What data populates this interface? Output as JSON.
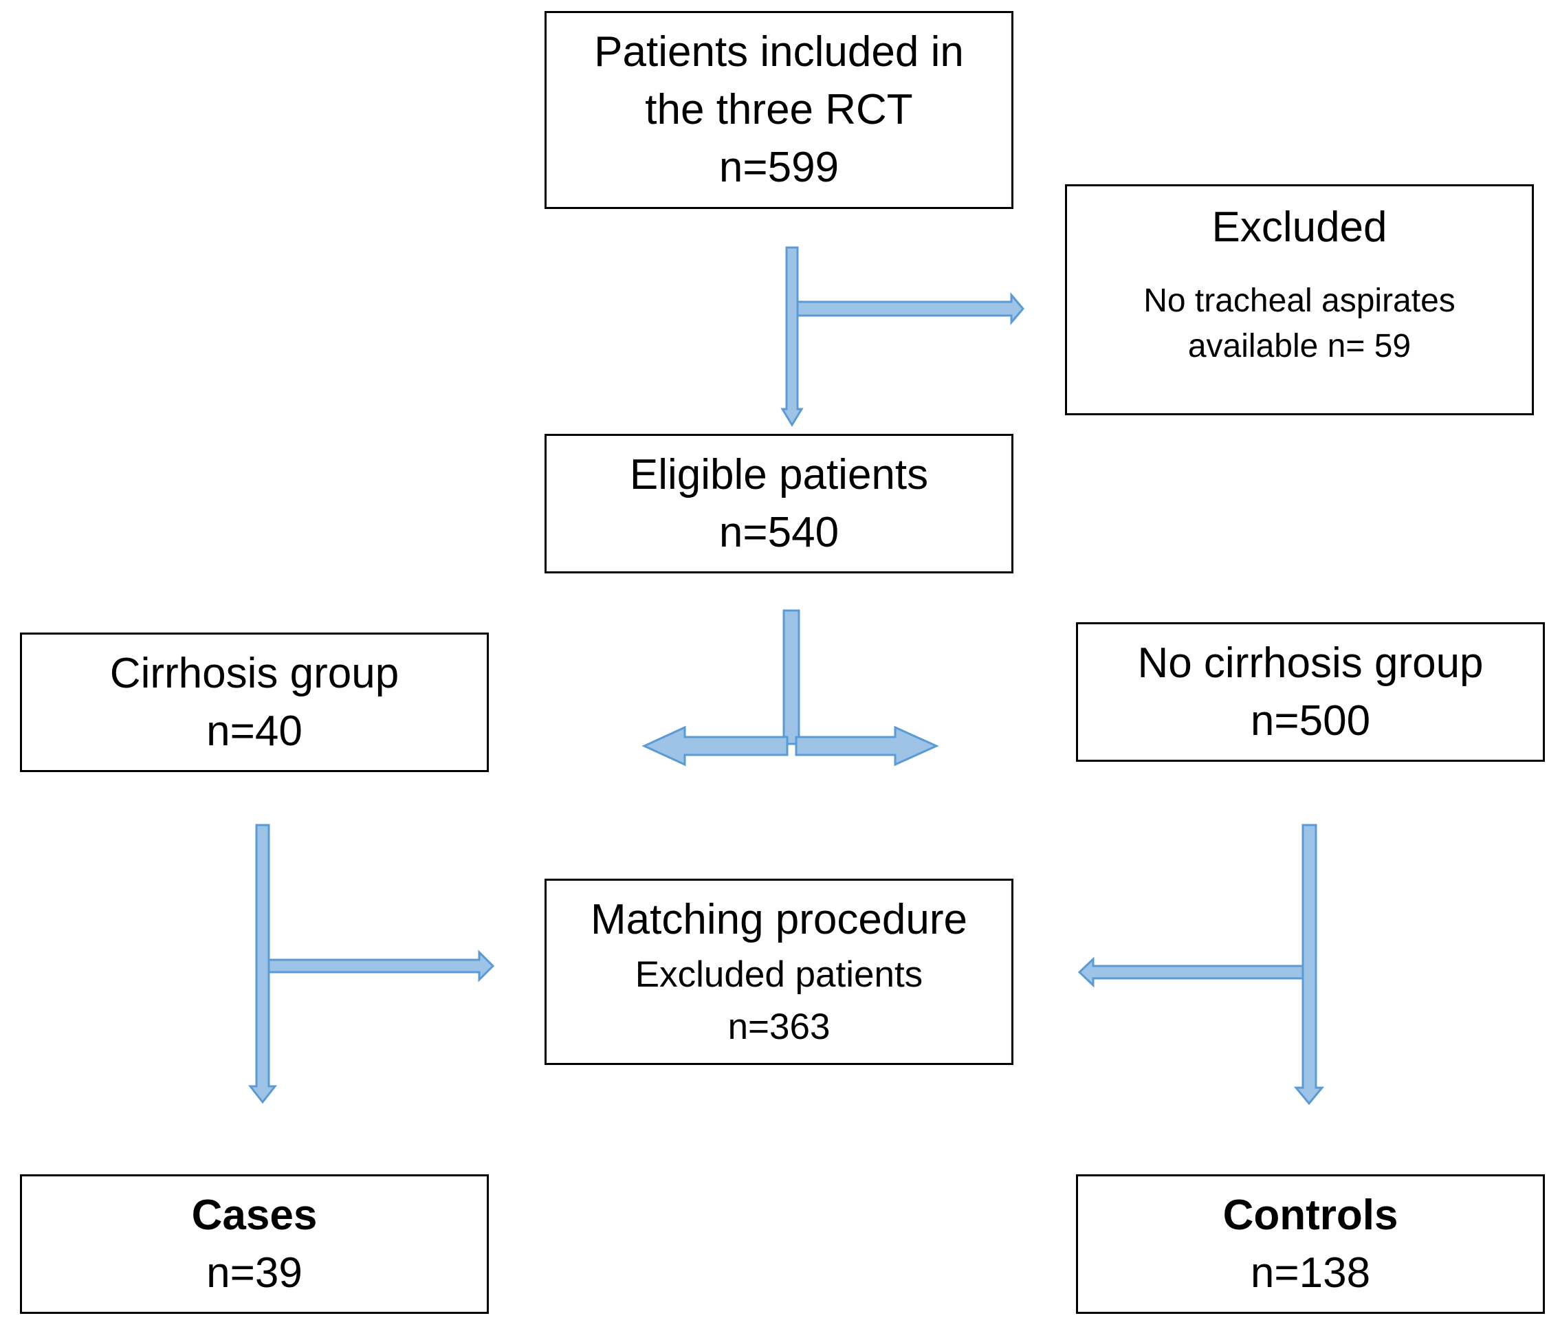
{
  "boxes": {
    "start": {
      "line1": "Patients included in",
      "line2": "the three RCT",
      "count": "n=599"
    },
    "excluded": {
      "title": "Excluded",
      "line1": "No tracheal aspirates",
      "line2": "available n= 59"
    },
    "eligible": {
      "title": "Eligible patients",
      "count": "n=540"
    },
    "cirrhosis": {
      "title": "Cirrhosis group",
      "count": "n=40"
    },
    "no_cirrhosis": {
      "title": "No cirrhosis group",
      "count": "n=500"
    },
    "matching": {
      "title": "Matching procedure",
      "subtitle": "Excluded patients",
      "count": "n=363"
    },
    "cases": {
      "title": "Cases",
      "count": "n=39"
    },
    "controls": {
      "title": "Controls",
      "count": "n=138"
    }
  },
  "colors": {
    "arrow_fill": "#9DC3E6",
    "arrow_stroke": "#5B9BD5",
    "box_border": "#000000"
  }
}
